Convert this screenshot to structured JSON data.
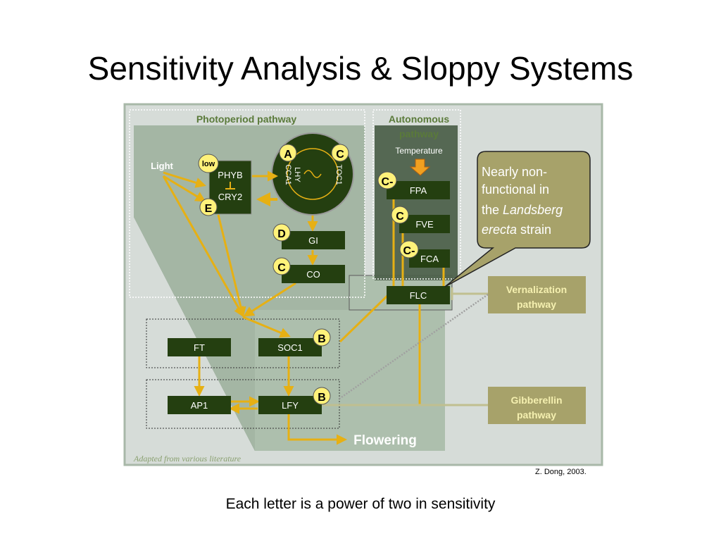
{
  "slide": {
    "title": "Sensitivity Analysis & Sloppy Systems",
    "caption": "Each letter is a power of two in sensitivity",
    "credit": "Z. Dong, 2003."
  },
  "diagram": {
    "photoperiod_label": "Photoperiod pathway",
    "autonomous_label": [
      "Autonomous",
      "pathway"
    ],
    "temperature_label": "Temperature",
    "light_label": "Light",
    "low_badge": "low",
    "clock_labels": {
      "lhy": "LHY",
      "cca1": "CCA1",
      "toc1": "TOC1"
    },
    "genes": {
      "phyb": "PHYB",
      "cry2": "CRY2",
      "gi": "GI",
      "co": "CO",
      "fpa": "FPA",
      "fve": "FVE",
      "fca": "FCA",
      "flc": "FLC",
      "ft": "FT",
      "soc1": "SOC1",
      "ap1": "AP1",
      "lfy": "LFY"
    },
    "sensitivity_badges": {
      "clock_a": "A",
      "clock_c": "C",
      "cry2_e": "E",
      "gi_d": "D",
      "co_c": "C",
      "fpa_c": "C-",
      "fve_c": "C",
      "fca_c": "C-",
      "soc1_b": "B",
      "lfy_b": "B"
    },
    "vernalization_label": [
      "Vernalization",
      "pathway"
    ],
    "gibberellin_label": [
      "Gibberellin",
      "pathway"
    ],
    "flowering_label": "Flowering",
    "callout_lines": [
      "Nearly non-",
      "functional in",
      "the ",
      "Landsberg",
      "erecta",
      " strain"
    ],
    "source_note": "Adapted from various literature"
  },
  "colors": {
    "panel_bg": "#d6dcd8",
    "panel_border": "#a8b8a8",
    "region_dark": "#4e614c",
    "region_light": "#adbfad",
    "gene_box": "#243f10",
    "arrow": "#e6b014",
    "badge": "#fff27a",
    "pathway_box": "#a7a26a",
    "pathway_text": "#f5f0b0",
    "label_green": "#5a7a3a",
    "callout_bg": "#a7a26a",
    "callout_text": "#ffffff"
  }
}
